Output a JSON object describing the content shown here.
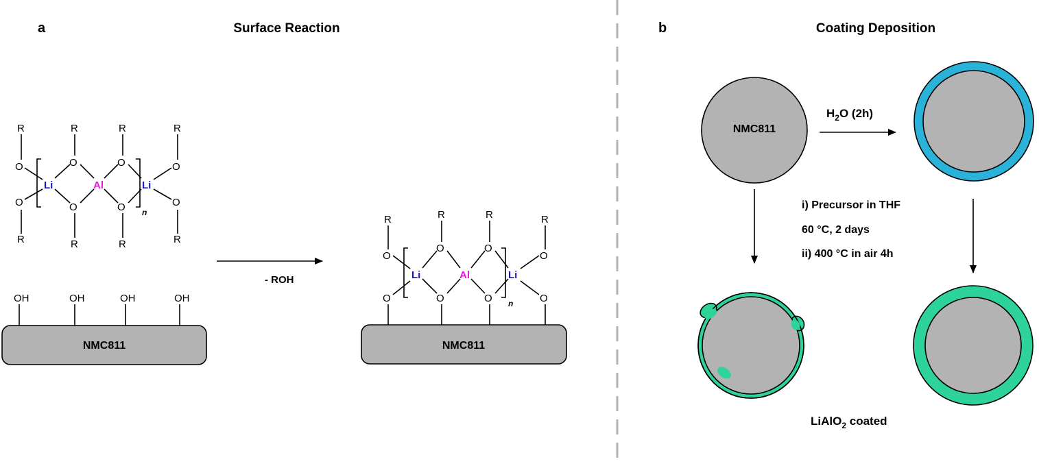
{
  "panel_a": {
    "letter": "a",
    "title": "Surface Reaction",
    "substrate_label": "NMC811",
    "product_substrate_label": "NMC811",
    "reaction_label": "- ROH",
    "atoms": {
      "R": "R",
      "O": "O",
      "Li": "Li",
      "Al": "Al",
      "OH": "OH",
      "n": "n"
    }
  },
  "panel_b": {
    "letter": "b",
    "title": "Coating Deposition",
    "particle_label": "NMC811",
    "step_label_main": "H",
    "step_label_sub": "2",
    "step_label_rest": "O (2h)",
    "conditions": [
      "i) Precursor in THF",
      "60 °C, 2 days",
      "ii) 400 °C in air 4h"
    ],
    "product_label_main": "LiAlO",
    "product_label_sub": "2",
    "product_label_rest": " coated"
  },
  "colors": {
    "particle_fill": "#b3b3b3",
    "water_shell": "#2ab2d8",
    "coating_shell": "#2ed39a",
    "lithium": "#1515c8",
    "aluminum": "#e21be0",
    "divider": "#b3b3b3"
  }
}
